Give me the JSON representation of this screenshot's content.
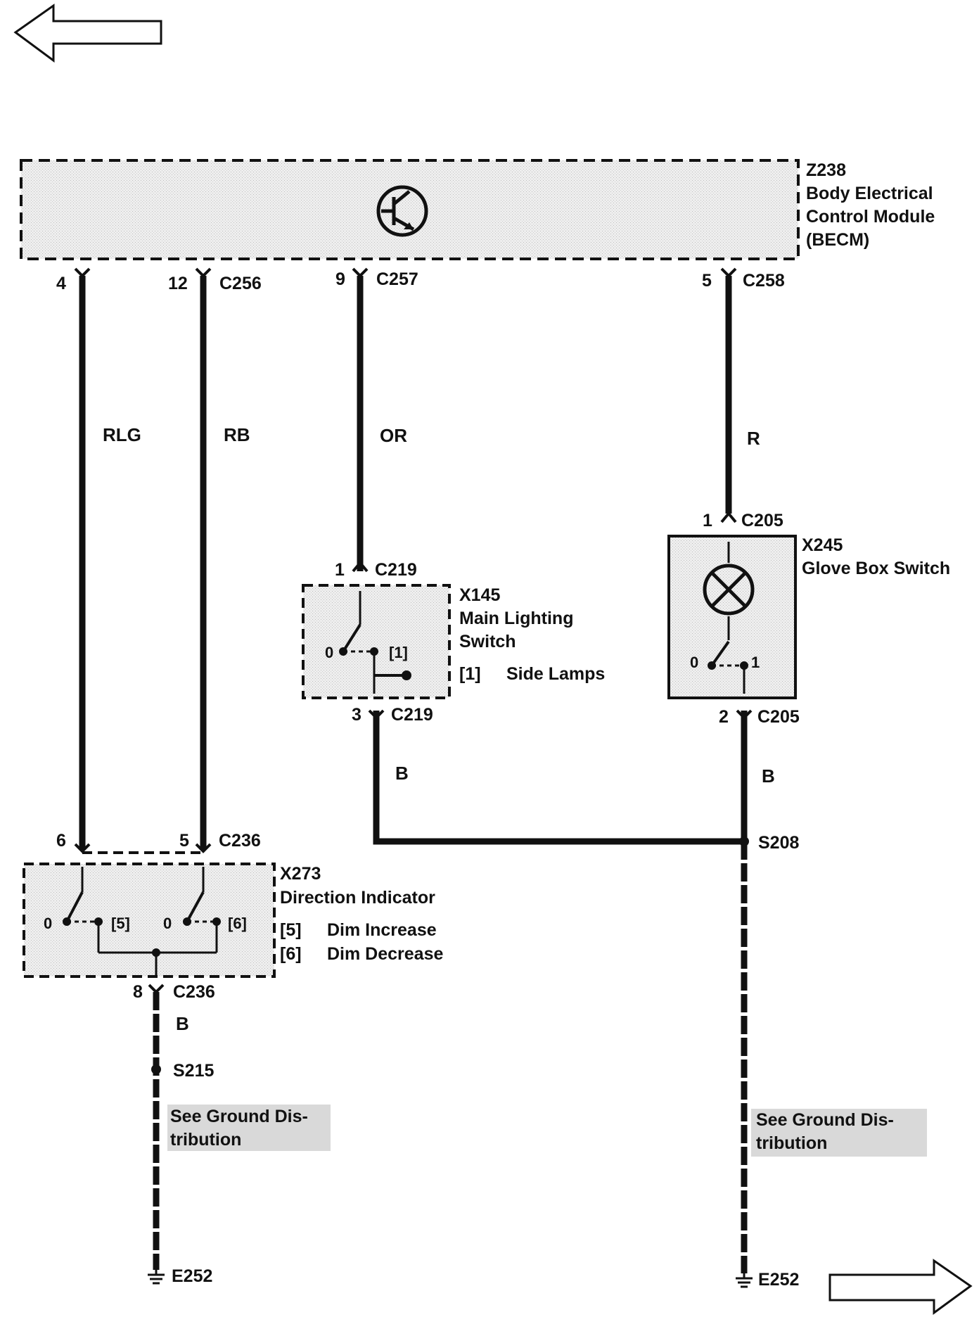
{
  "nav": {
    "back_icon": "left-arrow-outline-icon",
    "forward_icon": "right-arrow-outline-icon"
  },
  "module": {
    "id": "Z238",
    "name_line1": "Body Electrical",
    "name_line2": "Control Module",
    "name_line3": "(BECM)",
    "icon": "transistor-icon"
  },
  "connectors": {
    "c256": {
      "name": "C256",
      "pin_a": "4",
      "pin_b": "12"
    },
    "c257": {
      "name": "C257",
      "pin": "9"
    },
    "c258": {
      "name": "C258",
      "pin": "5"
    },
    "c205_top": {
      "name": "C205",
      "pin": "1"
    },
    "c205_bottom": {
      "name": "C205",
      "pin": "2"
    },
    "c219_top": {
      "name": "C219",
      "pin": "1"
    },
    "c219_bottom": {
      "name": "C219",
      "pin": "3"
    },
    "c236_top": {
      "name": "C236",
      "pin_a": "6",
      "pin_b": "5"
    },
    "c236_bottom": {
      "name": "C236",
      "pin": "8"
    }
  },
  "wires": {
    "rlg": "RLG",
    "rb": "RB",
    "or": "OR",
    "r": "R",
    "b_main": "B",
    "b_glove": "B",
    "b_dir": "B"
  },
  "glove_switch": {
    "id": "X245",
    "name": "Glove Box Switch",
    "pos0": "0",
    "pos1": "1",
    "lamp_icon": "lamp-icon"
  },
  "main_switch": {
    "id": "X145",
    "line1": "Main Lighting",
    "line2": "Switch",
    "pos0": "0",
    "pos_tag": "[1]",
    "legend_tag": "[1]",
    "legend_text": "Side Lamps"
  },
  "direction": {
    "id": "X273",
    "name": "Direction Indicator",
    "pos0a": "0",
    "tag5": "[5]",
    "pos0b": "0",
    "tag6": "[6]",
    "legend5_tag": "[5]",
    "legend5_text": "Dim Increase",
    "legend6_tag": "[6]",
    "legend6_text": "Dim Decrease"
  },
  "splices": {
    "s208": "S208",
    "s215": "S215"
  },
  "notes": {
    "left_line1": "See Ground Dis-",
    "left_line2": "tribution",
    "right_line1": "See Ground Dis-",
    "right_line2": "tribution"
  },
  "grounds": {
    "left": "E252",
    "right": "E252"
  }
}
